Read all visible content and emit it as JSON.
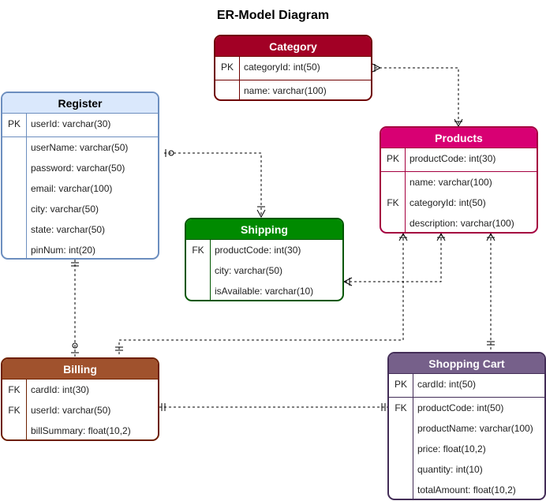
{
  "title": "ER-Model Diagram",
  "colors": {
    "category": "#a20025",
    "register": "#6c8ebf",
    "register_fill": "#dae8fc",
    "products": "#d80073",
    "shipping": "#008a00",
    "billing": "#a0522d",
    "cart": "#76608a",
    "connector": "#000000"
  },
  "entities": {
    "category": {
      "name": "Category",
      "rows": [
        {
          "key": "PK",
          "field": "categoryId: int(50)"
        },
        {
          "key": "",
          "field": "name: varchar(100)"
        }
      ]
    },
    "register": {
      "name": "Register",
      "rows": [
        {
          "key": "PK",
          "field": "userId: varchar(30)"
        },
        {
          "key": "",
          "field": "userName: varchar(50)"
        },
        {
          "key": "",
          "field": "password: varchar(50)"
        },
        {
          "key": "",
          "field": "email: varchar(100)"
        },
        {
          "key": "",
          "field": "city: varchar(50)"
        },
        {
          "key": "",
          "field": "state: varchar(50)"
        },
        {
          "key": "",
          "field": "pinNum: int(20)"
        }
      ]
    },
    "products": {
      "name": "Products",
      "rows": [
        {
          "key": "PK",
          "field": "productCode: int(30)"
        },
        {
          "key": "",
          "field": "name: varchar(100)"
        },
        {
          "key": "FK",
          "field": "categoryId: int(50)"
        },
        {
          "key": "",
          "field": "description: varchar(100)"
        }
      ]
    },
    "shipping": {
      "name": "Shipping",
      "rows": [
        {
          "key": "FK",
          "field": "productCode: int(30)"
        },
        {
          "key": "",
          "field": "city: varchar(50)"
        },
        {
          "key": "",
          "field": "isAvailable: varchar(10)"
        }
      ]
    },
    "billing": {
      "name": "Billing",
      "rows": [
        {
          "key": "FK",
          "field": "cardId: int(30)"
        },
        {
          "key": "FK",
          "field": "userId: varchar(50)"
        },
        {
          "key": "",
          "field": "billSummary: float(10,2)"
        }
      ]
    },
    "cart": {
      "name": "Shopping Cart",
      "rows": [
        {
          "key": "PK",
          "field": "cardId: int(50)"
        },
        {
          "key": "FK",
          "field": "productCode: int(50)"
        },
        {
          "key": "",
          "field": "productName: varchar(100)"
        },
        {
          "key": "",
          "field": "price: float(10,2)"
        },
        {
          "key": "",
          "field": "quantity: int(10)"
        },
        {
          "key": "",
          "field": "totalAmount: float(10,2)"
        }
      ]
    }
  },
  "relationships": [
    {
      "from": "Category",
      "to": "Products",
      "from_end": "many",
      "to_end": "many"
    },
    {
      "from": "Register",
      "to": "Shipping",
      "from_end": "zero-or-one",
      "to_end": "many"
    },
    {
      "from": "Products",
      "to": "Shipping",
      "from_end": "many",
      "to_end": "many"
    },
    {
      "from": "Products",
      "to": "Billing",
      "from_end": "many",
      "to_end": "one"
    },
    {
      "from": "Products",
      "to": "Shopping Cart",
      "from_end": "many",
      "to_end": "one"
    },
    {
      "from": "Register",
      "to": "Billing",
      "from_end": "one",
      "to_end": "zero-or-one"
    },
    {
      "from": "Billing",
      "to": "Shopping Cart",
      "from_end": "one",
      "to_end": "one"
    }
  ]
}
